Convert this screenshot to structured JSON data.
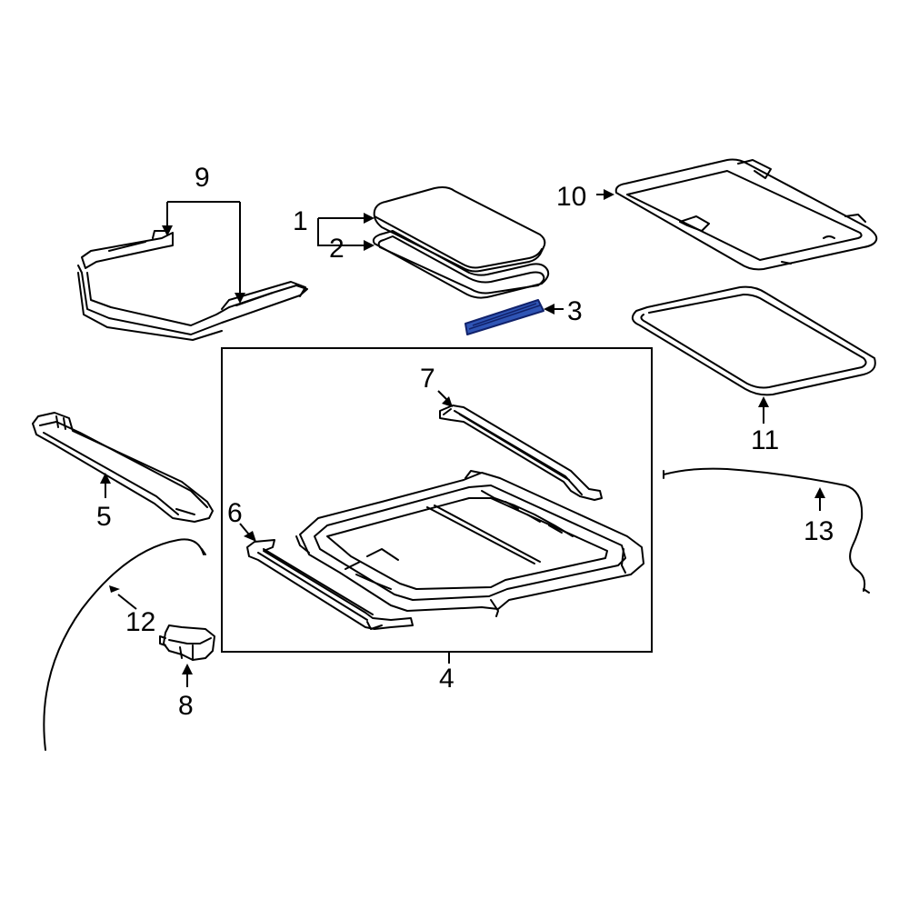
{
  "colors": {
    "line": "#000000",
    "background": "#ffffff",
    "highlight_fill": "#2f55b5",
    "highlight_stroke": "#11226b"
  },
  "highlighted_part": "3",
  "callouts": {
    "c1": "1",
    "c2": "2",
    "c3": "3",
    "c4": "4",
    "c5": "5",
    "c6": "6",
    "c7": "7",
    "c8": "8",
    "c9": "9",
    "c10": "10",
    "c11": "11",
    "c12": "12",
    "c13": "13"
  }
}
